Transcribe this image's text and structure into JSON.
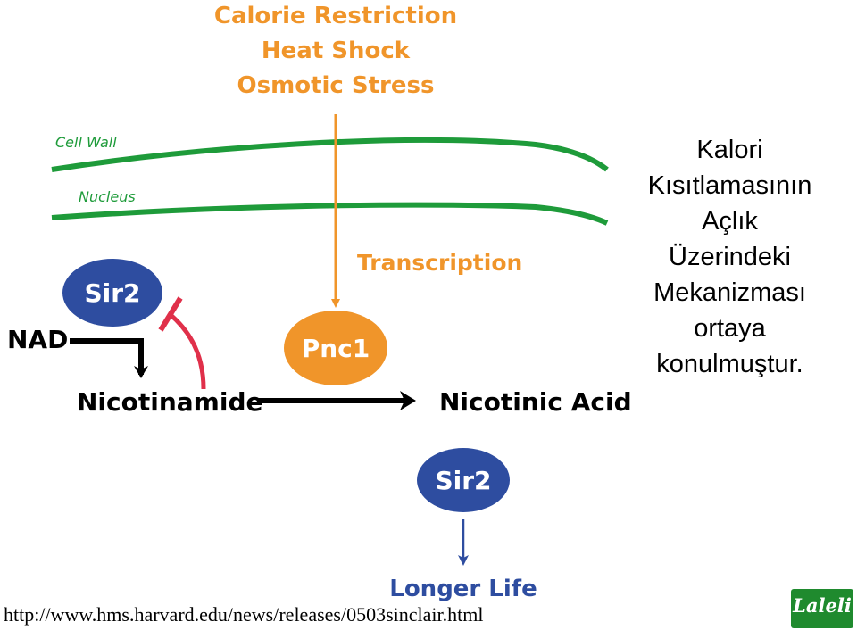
{
  "stresses": [
    "Calorie Restriction",
    "Heat Shock",
    "Osmotic Stress"
  ],
  "membranes": {
    "cell_wall": "Cell Wall",
    "nucleus": "Nucleus"
  },
  "transcription": "Transcription",
  "nodes": {
    "sir2_top": "Sir2",
    "pnc1": "Pnc1",
    "nad": "NAD",
    "nicotinamide": "Nicotinamide",
    "nicotinic_acid": "Nicotinic Acid",
    "sir2_bottom": "Sir2",
    "longer_life": "Longer Life"
  },
  "side_note": [
    "Kalori",
    "Kısıtlamasının",
    "Açlık",
    "Üzerindeki",
    "Mekanizması",
    "ortaya",
    "konulmuştur."
  ],
  "source_url": "http://www.hms.harvard.edu/news/releases/0503sinclair.html",
  "logo_text": "Laleli",
  "colors": {
    "orange": "#f0952a",
    "green": "#1e9b3a",
    "blue": "#2e4da0",
    "red": "#e0304a",
    "black": "#000000"
  }
}
